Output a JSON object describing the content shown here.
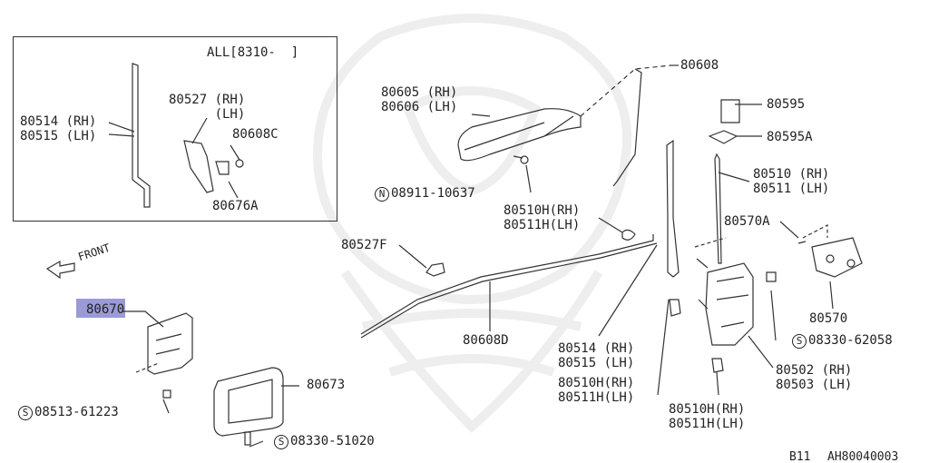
{
  "inset": {
    "header": "ALL[8310-  ]"
  },
  "front_label": "FRONT",
  "footer": {
    "code": "B11",
    "ref": "AH80040003"
  },
  "parts": [
    {
      "id": "p80514",
      "line1": "80514 (RH)",
      "line2": "80515 (LH)"
    },
    {
      "id": "p80527",
      "line1": "80527 (RH)",
      "line2": "      (LH)"
    },
    {
      "id": "p80608C",
      "line1": "80608C"
    },
    {
      "id": "p80676A",
      "line1": "80676A"
    },
    {
      "id": "p80605",
      "line1": "80605 (RH)",
      "line2": "80606 (LH)"
    },
    {
      "id": "p08911",
      "prefix": "N",
      "line1": "08911-10637"
    },
    {
      "id": "p80608",
      "line1": "80608"
    },
    {
      "id": "p80595",
      "line1": "80595"
    },
    {
      "id": "p80595A",
      "line1": "80595A"
    },
    {
      "id": "p80510",
      "line1": "80510 (RH)",
      "line2": "80511 (LH)"
    },
    {
      "id": "p80570A",
      "line1": "80570A"
    },
    {
      "id": "p80510H_a",
      "line1": "80510H(RH)",
      "line2": "80511H(LH)"
    },
    {
      "id": "p80527F",
      "line1": "80527F"
    },
    {
      "id": "p80570",
      "line1": "80570"
    },
    {
      "id": "p08330_62",
      "prefix": "S",
      "line1": "08330-62058"
    },
    {
      "id": "p80670",
      "line1": "80670"
    },
    {
      "id": "p80608D",
      "line1": "80608D"
    },
    {
      "id": "p80514b",
      "line1": "80514 (RH)",
      "line2": "80515 (LH)"
    },
    {
      "id": "p80510H_b",
      "line1": "80510H(RH)",
      "line2": "80511H(LH)"
    },
    {
      "id": "p80502",
      "line1": "80502 (RH)",
      "line2": "80503 (LH)"
    },
    {
      "id": "p80673",
      "line1": "80673"
    },
    {
      "id": "p08513",
      "prefix": "S",
      "line1": "08513-61223"
    },
    {
      "id": "p80510H_c",
      "line1": "80510H(RH)",
      "line2": "80511H(LH)"
    },
    {
      "id": "p08330_51",
      "prefix": "S",
      "line1": "08330-51020"
    }
  ],
  "highlight_part": "80670"
}
